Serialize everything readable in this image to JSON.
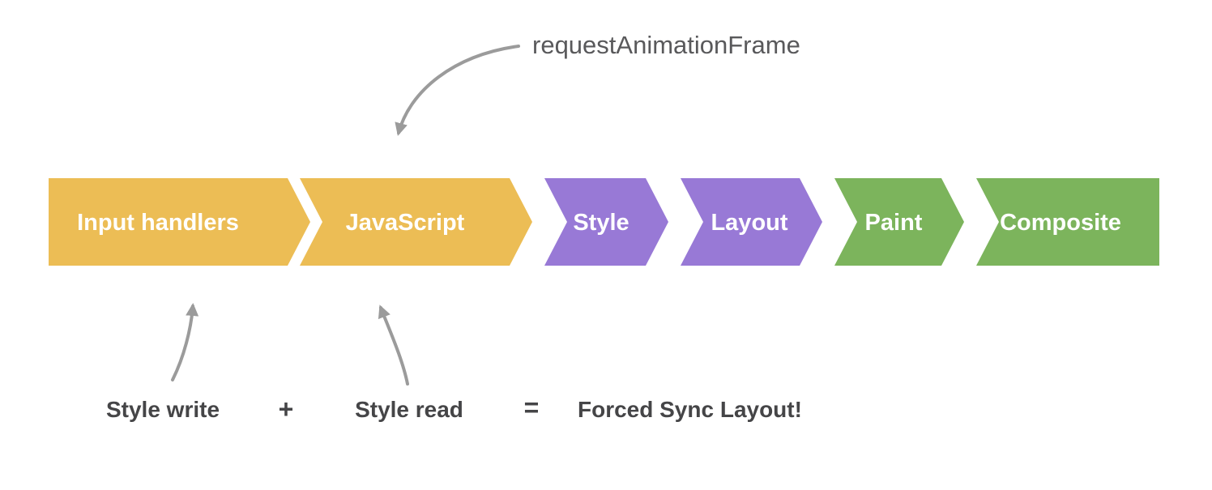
{
  "diagram": {
    "description": "Browser rendering pipeline with requestAnimationFrame and forced synchronous layout annotations"
  },
  "colors": {
    "background": "#ffffff",
    "stage_yellow": "#ecbd55",
    "stage_purple": "#9879d6",
    "stage_green": "#7cb45c",
    "stage_label": "#ffffff",
    "arrow_gray": "#9b9b9b",
    "raf_text": "#59595b",
    "bottom_text": "#454547"
  },
  "pipeline": {
    "stages": [
      {
        "label": "Input handlers",
        "color": "#ecbd55"
      },
      {
        "label": "JavaScript",
        "color": "#ecbd55"
      },
      {
        "label": "Style",
        "color": "#9879d6"
      },
      {
        "label": "Layout",
        "color": "#9879d6"
      },
      {
        "label": "Paint",
        "color": "#7cb45c"
      },
      {
        "label": "Composite",
        "color": "#7cb45c"
      }
    ]
  },
  "annotations": {
    "raf_label": "requestAnimationFrame",
    "style_write": "Style write",
    "plus_sign": "+",
    "style_read": "Style read",
    "equals_sign": "=",
    "result": "Forced Sync Layout!"
  }
}
